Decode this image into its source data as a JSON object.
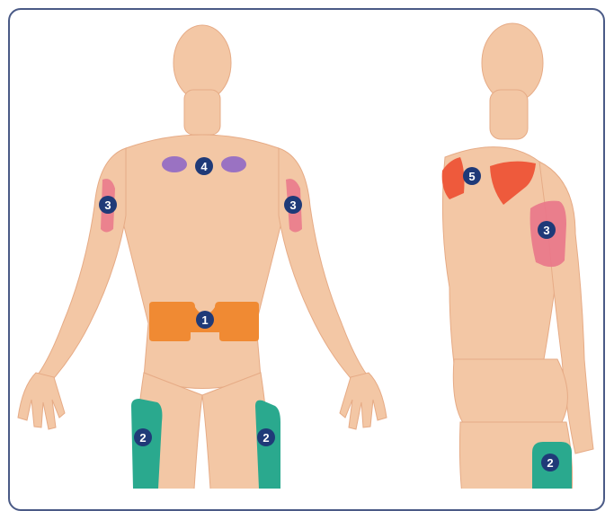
{
  "colors": {
    "frame": "#4a5a86",
    "skin": "#f3c7a5",
    "skin_shadow": "#e6ab86",
    "badge": "#1f3a78",
    "site_1": "#f08a33",
    "site_2": "#2aa98e",
    "site_3": "#e9758a",
    "site_4": "#9a72c2",
    "site_5": "#ee5a3c"
  },
  "sites": {
    "abdomen": "1",
    "thigh_left": "2",
    "thigh_right": "2",
    "arm_left": "3",
    "arm_right": "3",
    "chest": "4",
    "back_arm": "3",
    "back_shoulder": "5",
    "back_thigh": "2"
  }
}
